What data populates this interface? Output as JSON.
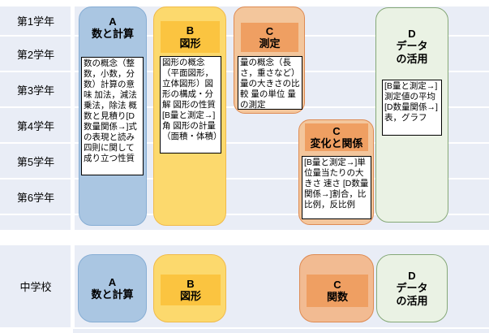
{
  "grades": [
    "第1学年",
    "第2学年",
    "第3学年",
    "第4学年",
    "第5学年",
    "第6学年"
  ],
  "junior_label": "中学校",
  "elementary": {
    "a": {
      "code": "A",
      "title": "数と計算",
      "body": "数の概念（整数，小数，分数）計算の意味 加法，減法 乗法，除法 概数と見積り[D数量関係→]式の表現と読み 四則に関して成り立つ性質"
    },
    "b": {
      "code": "B",
      "title": "図形",
      "body": "図形の概念（平面図形，立体図形）図形の構成・分解 図形の性質 [B量と測定→]角 図形の計量（面積・体積）"
    },
    "c_measurement": {
      "code": "C",
      "title": "測定",
      "body": "量の概念（長さ，重さなど）量の大きさの比較 量の単位 量の測定"
    },
    "c_change_relation": {
      "code": "C",
      "title": "変化と関係",
      "body": "[B量と測定→]単位量当たりの大きさ 速さ [D数量関係→]割合，比 比例，反比例"
    },
    "d": {
      "code": "D",
      "title_line1": "データ",
      "title_line2": "の活用",
      "body": "[B量と測定→]測定値の平均 [D数量関係→]表，グラフ"
    }
  },
  "junior": {
    "a": {
      "code": "A",
      "title": "数と計算"
    },
    "b": {
      "code": "B",
      "title": "図形"
    },
    "c": {
      "code": "C",
      "title": "関数"
    },
    "d": {
      "code": "D",
      "title_line1": "データ",
      "title_line2": "の活用"
    }
  },
  "colors": {
    "domain_a_blue": "#aac6e2",
    "domain_b_yellow": "#fcd96d",
    "domain_b_header_yellow": "#fbc440",
    "domain_c_orange": "#f3c69c",
    "domain_c_header_orange": "#ef9f62",
    "domain_d_green": "#eaf2e4",
    "row_stripe": "#e9edf6"
  }
}
